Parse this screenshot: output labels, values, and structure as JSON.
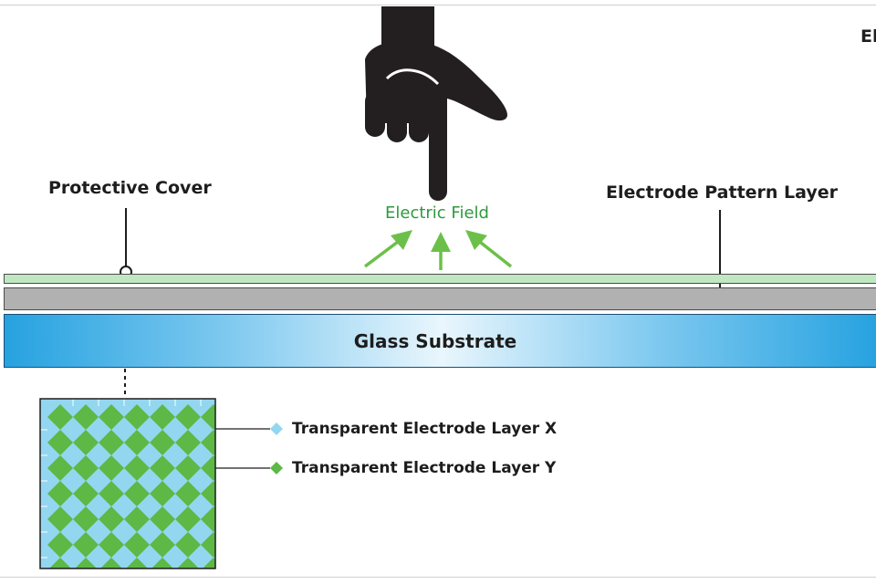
{
  "labels": {
    "protective_cover": "Protective Cover",
    "electrode_pattern_layer": "Electrode Pattern Layer",
    "electric_field": "Electric Field",
    "glass_substrate": "Glass Substrate",
    "corner_fragment": "El"
  },
  "legend": [
    {
      "text": "Transparent Electrode Layer X",
      "color": "#93d6f0"
    },
    {
      "text": "Transparent Electrode Layer Y",
      "color": "#5db845"
    }
  ],
  "colors": {
    "protective_cover": "#bfe8c2",
    "electrode_layer": "#b1b1b1",
    "glass_edge": "#26a2e0",
    "glass_center": "#e9f6fd",
    "arrow": "#6cc04a",
    "hand": "#231f20"
  },
  "icons": [
    "pointing-hand-icon"
  ]
}
